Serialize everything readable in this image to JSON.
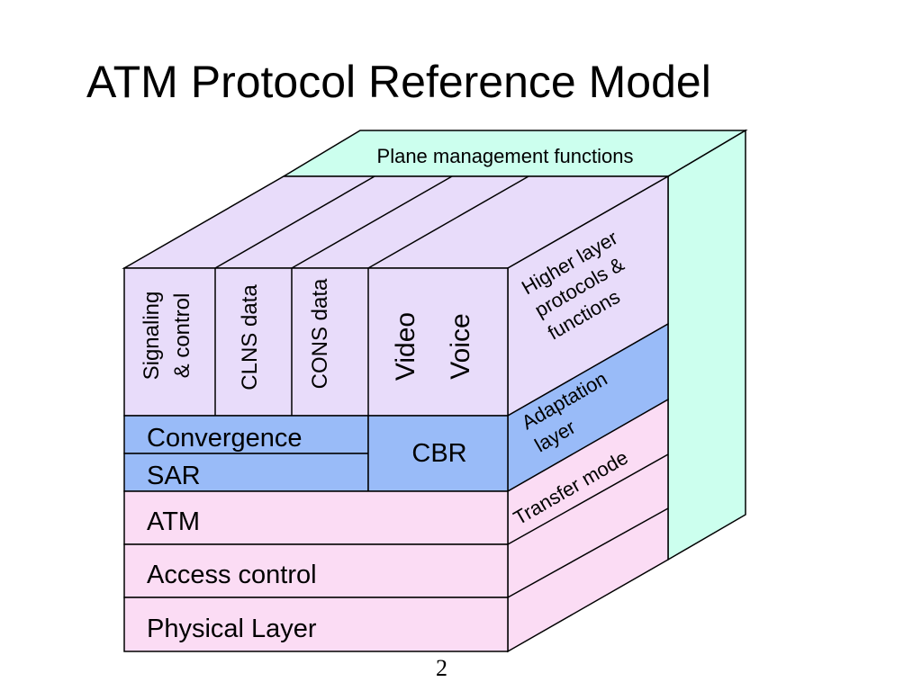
{
  "title": "ATM Protocol Reference Model",
  "page_number": "2",
  "colors": {
    "plane_management": "#ccffee",
    "user_control": "#e8dcfa",
    "adaptation": "#99bbf8",
    "lower_layers": "#fbdcf4",
    "outline": "#000000"
  },
  "labels": {
    "plane_management": "Plane management functions",
    "signaling": "Signaling",
    "control": "& control",
    "clns": "CLNS data",
    "cons": "CONS data",
    "video": "Video",
    "voice": "Voice",
    "convergence": "Convergence",
    "sar": "SAR",
    "cbr": "CBR",
    "atm": "ATM",
    "access_control": "Access control",
    "physical": "Physical Layer",
    "higher_line1": "Higher layer",
    "higher_line2": "protocols &",
    "higher_line3": "functions",
    "adaptation_line1": "Adaptation",
    "adaptation_line2": "layer",
    "transfer_mode": "Transfer mode"
  }
}
